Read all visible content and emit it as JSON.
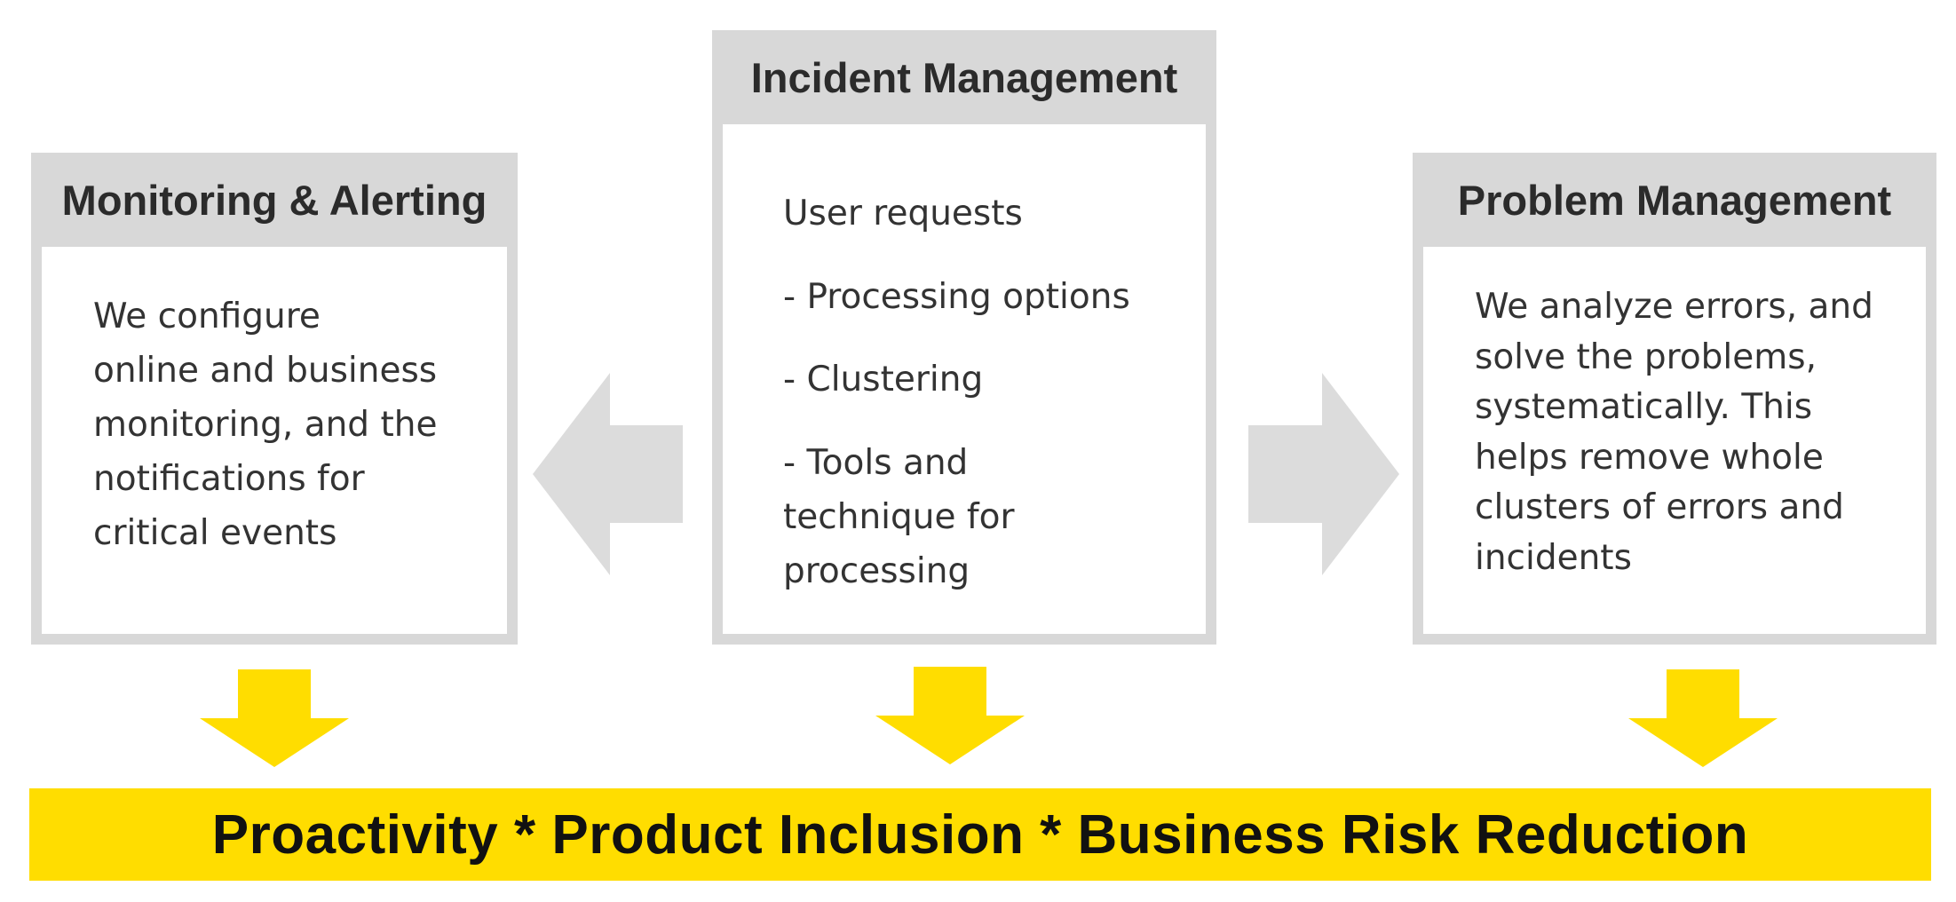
{
  "boxes": {
    "monitoring": {
      "title": "Monitoring & Alerting",
      "lines": [
        "We configure",
        "online and business",
        "monitoring, and the",
        "notifications for",
        "critical events"
      ]
    },
    "incident": {
      "title": "Incident Management",
      "items": [
        "User requests",
        "- Processing options",
        "- Clustering",
        "- Tools and",
        "technique for",
        "processing"
      ]
    },
    "problem": {
      "title": "Problem Management",
      "lines": [
        "We analyze errors, and",
        "solve the problems,",
        "systematically. This",
        "helps remove whole",
        "clusters of errors and",
        "incidents"
      ]
    }
  },
  "banner": {
    "text": "Proactivity * Product Inclusion * Business Risk Reduction"
  },
  "colors": {
    "box_frame": "#d8d8d8",
    "arrow_gray": "#dcdcdc",
    "accent_yellow": "#ffdd00",
    "text_dark": "#2b2b2b"
  },
  "icons": {
    "left_arrow": "arrow-left-icon",
    "right_arrow": "arrow-right-icon",
    "down_arrow": "arrow-down-icon"
  }
}
